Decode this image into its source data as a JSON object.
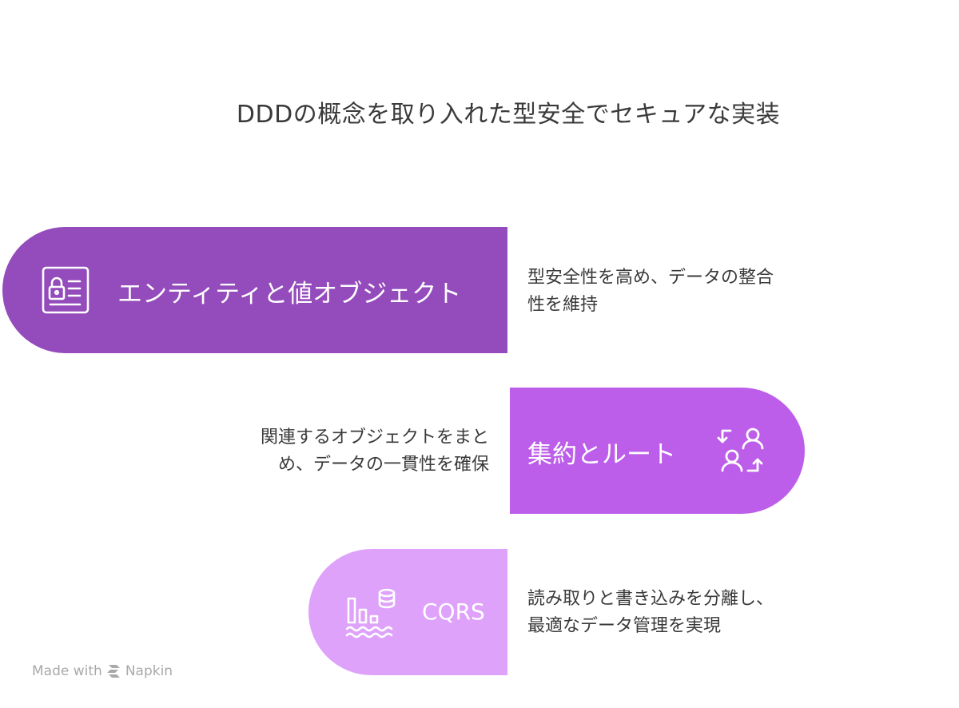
{
  "title": "DDDの概念を取り入れた型安全でセキュアな実装",
  "steps": [
    {
      "label": "エンティティと値オブジェクト",
      "icon": "lock-id-card-icon",
      "color": "#944bbb",
      "description_lines": [
        "型安全性を高め、データの整合",
        "性を維持"
      ]
    },
    {
      "label": "集約とルート",
      "icon": "user-swap-icon",
      "color": "#bc5ee9",
      "description_lines": [
        "関連するオブジェクトをまと",
        "め、データの一貫性を確保"
      ]
    },
    {
      "label": "CQRS",
      "icon": "database-bar-chart-icon",
      "color": "#dea2fb",
      "description_lines": [
        "読み取りと書き込みを分離し、",
        "最適なデータ管理を実現"
      ]
    }
  ],
  "footer": {
    "made_with": "Made with",
    "brand": "Napkin"
  }
}
